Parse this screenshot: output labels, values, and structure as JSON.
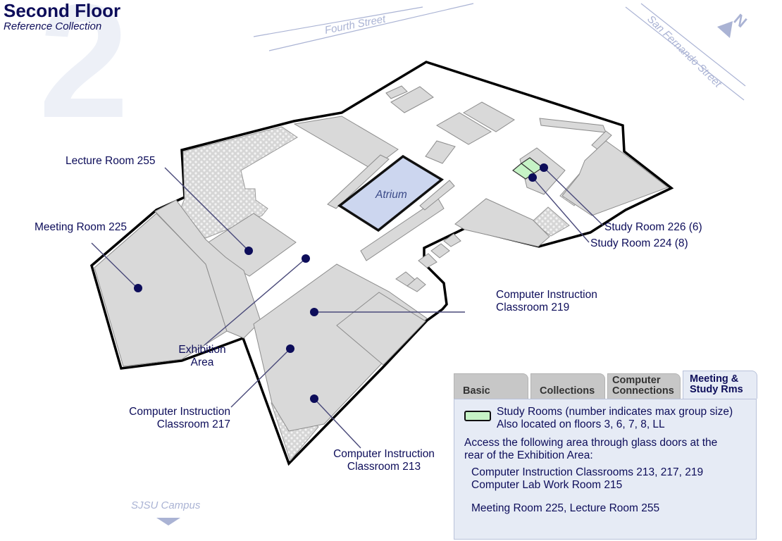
{
  "header": {
    "title": "Second Floor",
    "subtitle": "Reference Collection",
    "floor_number": "2"
  },
  "streets": {
    "north": "Fourth Street",
    "east": "San Fernando Street",
    "campus": "SJSU Campus"
  },
  "compass": {
    "label": "N",
    "icon": "compass-north-icon"
  },
  "map_labels": {
    "atrium": "Atrium",
    "lecture_255": "Lecture Room 255",
    "meeting_225": "Meeting Room 225",
    "study_226": "Study Room 226 (6)",
    "study_224": "Study Room 224 (8)",
    "cic_219_line1": "Computer Instruction",
    "cic_219_line2": "Classroom 219",
    "exhibition_line1": "Exhibition",
    "exhibition_line2": "Area",
    "cic_217_line1": "Computer Instruction",
    "cic_217_line2": "Classroom 217",
    "cic_213_line1": "Computer Instruction",
    "cic_213_line2": "Classroom 213"
  },
  "tabs": [
    {
      "line1": "Basic",
      "line2": ""
    },
    {
      "line1": "Collections",
      "line2": ""
    },
    {
      "line1": "Computer",
      "line2": "Connections"
    },
    {
      "line1": "Meeting &",
      "line2": "Study Rms"
    }
  ],
  "active_tab": 3,
  "legend": {
    "line1": "Study Rooms (number indicates max group size)",
    "line2": "Also located on floors 3, 6, 7, 8, LL",
    "access_line1": "Access the following area through glass doors at the",
    "access_line2": "rear of the Exhibition Area:",
    "rooms_line1": "Computer Instruction Classrooms 213, 217, 219",
    "rooms_line2": "Computer Lab Work Room 215",
    "rooms_line3": "Meeting Room 225, Lecture Room 255"
  },
  "colors": {
    "navy": "#0d0d5a",
    "room_gray": "#d9d9d9",
    "study_green": "#c6f3c6",
    "atrium_blue": "#ccd6ef",
    "street_blue": "#aab3d4"
  }
}
